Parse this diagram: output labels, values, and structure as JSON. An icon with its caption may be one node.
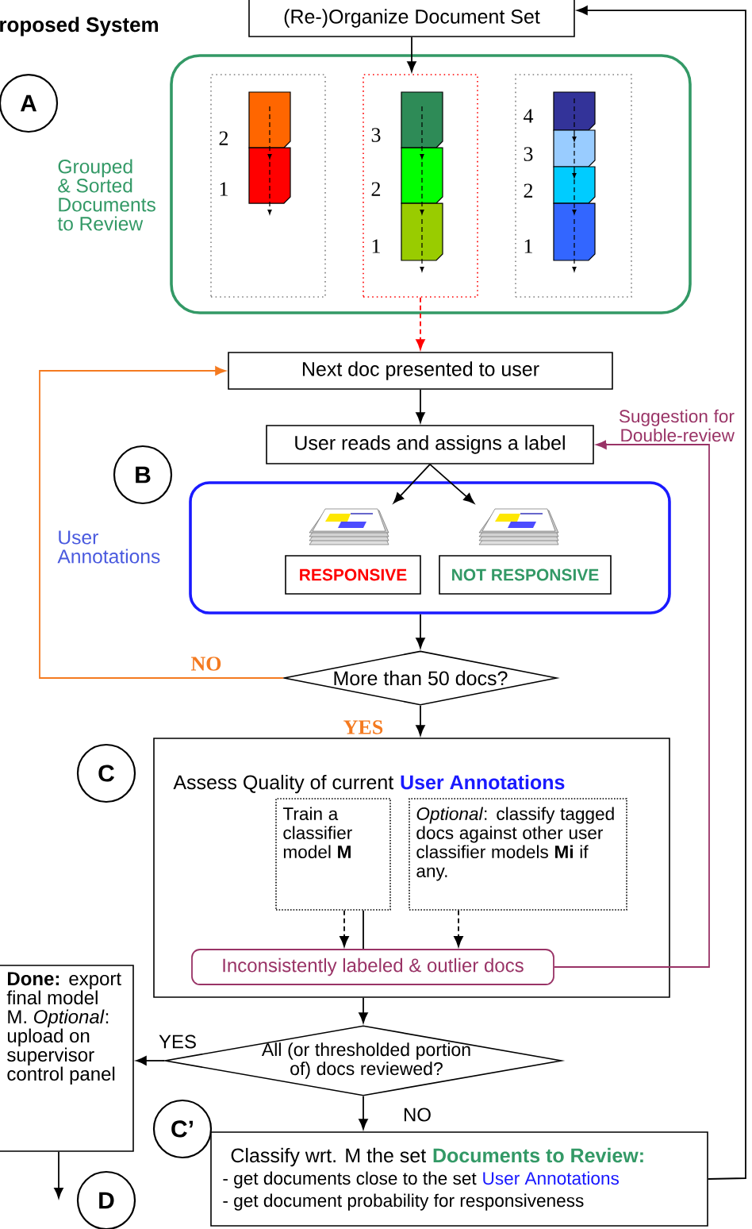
{
  "diagram": {
    "title": "roposed System",
    "nodes": [
      {
        "text": [
          "(Re-)Organize Document Set"
        ]
      },
      {
        "text": [
          "A"
        ]
      },
      {
        "text": [],
        "shape": "box",
        "beside": [
          "Grouped & Sorted Documents to Review"
        ]
      },
      {
        "text": [
          "2",
          "1"
        ],
        "in": 2
      },
      {
        "text": [
          "3",
          "2",
          "1"
        ],
        "in": 2
      },
      {
        "text": [
          "4",
          "3",
          "2",
          "1"
        ],
        "in": 2
      },
      {
        "text": [
          "Next doc presented to user"
        ]
      },
      {
        "text": [
          "User reads and assigns a label"
        ]
      },
      {
        "text": [
          "B"
        ]
      },
      {
        "text": [],
        "shape": "box"
      },
      {
        "text": [],
        "shape": "picture",
        "in": 9
      },
      {
        "text": [],
        "shape": "picture",
        "in": 9
      },
      {
        "text": [
          "RESPONSIVE"
        ],
        "in": 9
      },
      {
        "text": [
          "NOT RESPONSIVE"
        ],
        "in": 9
      },
      {
        "text": [
          "More than 50 docs?"
        ]
      },
      {
        "text": [
          "C"
        ]
      },
      {
        "text": [
          "Assess Quality of current",
          "User Annotations"
        ]
      },
      {
        "text": [
          "Train a classifier model **M**"
        ],
        "in": 16
      },
      {
        "text": [
          "*Optional*: classify tagged docs against other user classifier models **Mi** if any."
        ],
        "in": 16
      },
      {
        "text": [
          "Inconsistently labeled & outlier docs"
        ],
        "in": 16
      },
      {
        "text": [
          "**Done:** export final model M. *Optional*: upload on supervisor control panel"
        ]
      },
      {
        "text": [
          "All (or thresholded portion of) docs reviewed?"
        ]
      },
      {
        "text": [
          "C’"
        ]
      },
      {
        "text": [
          "Classify wrt. M the set",
          "Documents to Review:",
          "- get documents close to the set",
          "User Annotations",
          "- get document probability for responsiveness"
        ]
      },
      {
        "text": [
          "D"
        ]
      }
    ],
    "edges": [
      {
        "from": 0,
        "to": 4,
        "arrow": "to"
      },
      {
        "from": 4,
        "to": 6,
        "arrow": "to",
        "style": "dashed",
        "color": "#ff0000"
      },
      {
        "from": 6,
        "to": 7,
        "arrow": "to"
      },
      {
        "from": 7,
        "to": 10,
        "arrow": "to"
      },
      {
        "from": 7,
        "to": 11,
        "arrow": "to"
      },
      {
        "from": 9,
        "to": 14,
        "arrow": "to"
      },
      {
        "from": 14,
        "to": 6,
        "arrow": "to",
        "label": "NO",
        "color": "#f47a20"
      },
      {
        "from": 14,
        "to": 16,
        "arrow": "to",
        "label": "YES"
      },
      {
        "from": 17,
        "to": 19,
        "arrow": "to",
        "style": "dashed"
      },
      {
        "from": 17,
        "to": 19,
        "arrow": "none"
      },
      {
        "from": 18,
        "to": 19,
        "arrow": "to",
        "style": "dashed"
      },
      {
        "from": 19,
        "to": 7,
        "arrow": "to",
        "label": "Suggestion for Double-review",
        "color": "#993366"
      },
      {
        "from": 16,
        "to": 21,
        "arrow": "to"
      },
      {
        "from": 21,
        "to": 20,
        "arrow": "to",
        "label": "YES"
      },
      {
        "from": 21,
        "to": 23,
        "arrow": "to",
        "label": "NO"
      },
      {
        "from": 23,
        "to": 0,
        "arrow": "to"
      },
      {
        "from": 20,
        "to": 24,
        "arrow": "to"
      }
    ],
    "labels": [
      "User Annotations"
    ]
  }
}
